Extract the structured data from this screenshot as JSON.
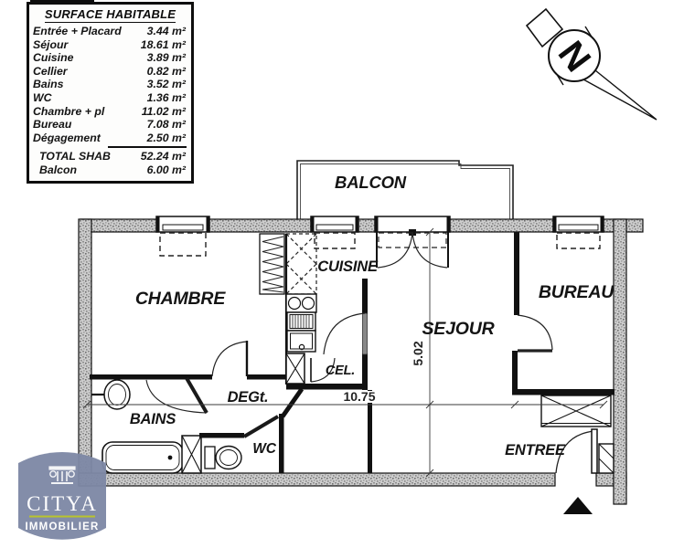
{
  "surface_table": {
    "title": "SURFACE HABITABLE",
    "rows": [
      {
        "label": "Entrée + Placard",
        "value": "3.44 m²"
      },
      {
        "label": "Séjour",
        "value": "18.61 m²"
      },
      {
        "label": "Cuisine",
        "value": "3.89 m²"
      },
      {
        "label": "Cellier",
        "value": "0.82 m²"
      },
      {
        "label": "Bains",
        "value": "3.52 m²"
      },
      {
        "label": "WC",
        "value": "1.36 m²"
      },
      {
        "label": "Chambre + pl",
        "value": "11.02 m²"
      },
      {
        "label": "Bureau",
        "value": "7.08 m²"
      },
      {
        "label": "Dégagement",
        "value": "2.50 m²"
      }
    ],
    "totals": [
      {
        "label": "TOTAL SHAB",
        "value": "52.24 m²"
      },
      {
        "label": "Balcon",
        "value": "6.00 m²"
      }
    ]
  },
  "plan": {
    "rooms": {
      "balcon": "BALCON",
      "chambre": "CHAMBRE",
      "cuisine": "CUISINE",
      "sejour": "SEJOUR",
      "bureau": "BUREAU",
      "bains": "BAINS",
      "wc": "WC",
      "cellier": "CEL.",
      "degagement": "DEGt.",
      "entree": "ENTREE"
    },
    "dimensions": {
      "width": "10.75",
      "height": "5.02"
    }
  },
  "north_arrow": {
    "label": "N"
  },
  "logo": {
    "name": "CITYA",
    "tagline": "IMMOBILIER",
    "badge_color": "#7e88a5",
    "accent_color": "#b9c42c"
  }
}
